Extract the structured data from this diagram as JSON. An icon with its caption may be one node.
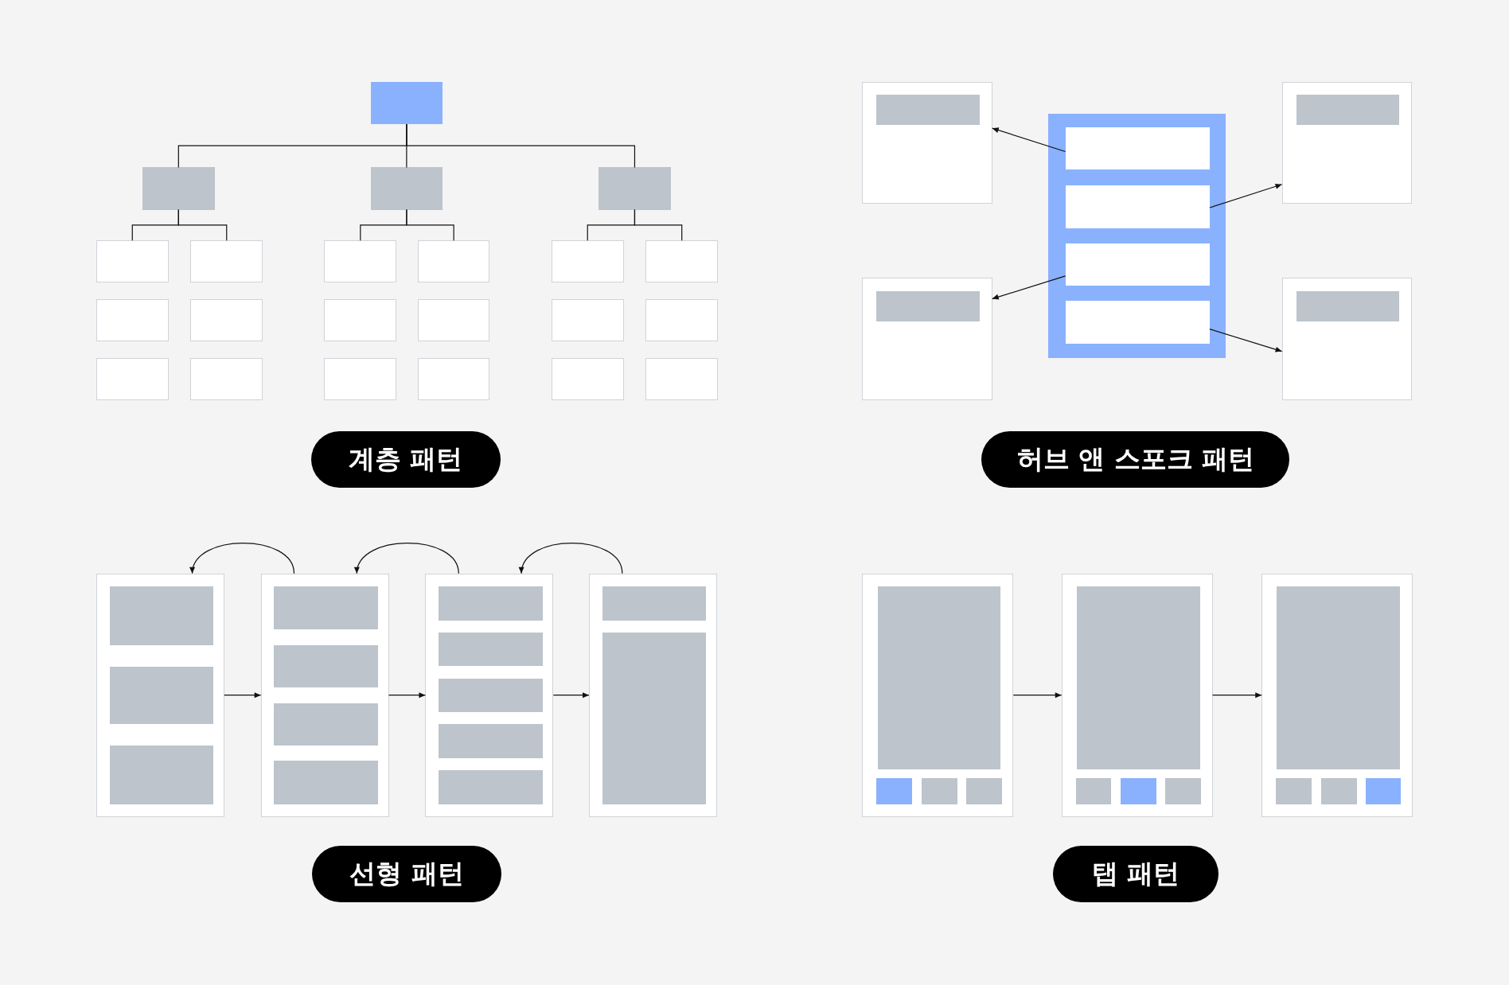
{
  "diagram": {
    "nodes": [
      {
        "text": [],
        "shape": "box"
      },
      {
        "text": [],
        "shape": "box"
      },
      {
        "text": [],
        "shape": "box"
      },
      {
        "text": [],
        "shape": "box"
      },
      {
        "text": [],
        "shape": "box"
      },
      {
        "text": [],
        "shape": "box"
      },
      {
        "text": [],
        "shape": "box"
      },
      {
        "text": [],
        "shape": "box"
      },
      {
        "text": [],
        "shape": "box"
      },
      {
        "text": [],
        "shape": "box"
      },
      {
        "text": [],
        "shape": "box"
      },
      {
        "text": [],
        "shape": "box"
      },
      {
        "text": [],
        "shape": "box"
      },
      {
        "text": [],
        "shape": "box"
      },
      {
        "text": [],
        "shape": "box"
      },
      {
        "text": [],
        "shape": "box"
      },
      {
        "text": [],
        "shape": "box"
      },
      {
        "text": [],
        "shape": "box"
      },
      {
        "text": [],
        "shape": "box"
      },
      {
        "text": [],
        "shape": "box"
      },
      {
        "text": [],
        "shape": "box"
      },
      {
        "text": [],
        "shape": "box"
      },
      {
        "text": [
          "계층 패턴"
        ]
      },
      {
        "text": [],
        "shape": "box"
      },
      {
        "text": [],
        "shape": "box"
      },
      {
        "text": [],
        "shape": "box",
        "in": 24
      },
      {
        "text": [],
        "shape": "box",
        "in": 24
      },
      {
        "text": [],
        "shape": "box",
        "in": 24
      },
      {
        "text": [],
        "shape": "box",
        "in": 24
      },
      {
        "text": [],
        "shape": "box"
      },
      {
        "text": [],
        "shape": "box"
      },
      {
        "text": [],
        "shape": "box"
      },
      {
        "text": [
          "허브 앤 스포크 패턴"
        ]
      },
      {
        "text": [],
        "shape": "box"
      },
      {
        "text": [],
        "shape": "box"
      },
      {
        "text": [],
        "shape": "box"
      },
      {
        "text": [],
        "shape": "box"
      },
      {
        "text": [
          "선형 패턴"
        ]
      },
      {
        "text": [],
        "shape": "box"
      },
      {
        "text": [],
        "shape": "box"
      },
      {
        "text": [],
        "shape": "box"
      },
      {
        "text": [
          "탭 패턴"
        ]
      },
      {
        "text": [],
        "shape": "box",
        "in": 23
      },
      {
        "text": [],
        "shape": "box",
        "in": 29
      },
      {
        "text": [],
        "shape": "box",
        "in": 30
      },
      {
        "text": [],
        "shape": "box",
        "in": 31
      },
      {
        "text": [],
        "shape": "box",
        "in": 33
      },
      {
        "text": [],
        "shape": "box",
        "in": 33
      },
      {
        "text": [],
        "shape": "box",
        "in": 33
      },
      {
        "text": [],
        "shape": "box",
        "in": 34
      },
      {
        "text": [],
        "shape": "box",
        "in": 34
      },
      {
        "text": [],
        "shape": "box",
        "in": 34
      },
      {
        "text": [],
        "shape": "box",
        "in": 34
      },
      {
        "text": [],
        "shape": "box",
        "in": 35
      },
      {
        "text": [],
        "shape": "box",
        "in": 35
      },
      {
        "text": [],
        "shape": "box",
        "in": 35
      },
      {
        "text": [],
        "shape": "box",
        "in": 35
      },
      {
        "text": [],
        "shape": "box",
        "in": 35
      },
      {
        "text": [],
        "shape": "box",
        "in": 36
      },
      {
        "text": [],
        "shape": "box",
        "in": 36
      },
      {
        "text": [],
        "shape": "box",
        "in": 38
      },
      {
        "text": [],
        "shape": "box",
        "in": 38
      },
      {
        "text": [],
        "shape": "box",
        "in": 38
      },
      {
        "text": [],
        "shape": "box",
        "in": 38
      },
      {
        "text": [],
        "shape": "box",
        "in": 39
      },
      {
        "text": [],
        "shape": "box",
        "in": 39
      },
      {
        "text": [],
        "shape": "box",
        "in": 39
      },
      {
        "text": [],
        "shape": "box",
        "in": 39
      },
      {
        "text": [],
        "shape": "box",
        "in": 40
      },
      {
        "text": [],
        "shape": "box",
        "in": 40
      },
      {
        "text": [],
        "shape": "box",
        "in": 40
      },
      {
        "text": [],
        "shape": "box",
        "in": 40
      }
    ],
    "edges": [
      {
        "from": 0,
        "to": 1,
        "arrow": "none"
      },
      {
        "from": 0,
        "to": 2,
        "arrow": "none"
      },
      {
        "from": 0,
        "to": 3,
        "arrow": "none"
      },
      {
        "from": 1,
        "to": 4,
        "arrow": "none"
      },
      {
        "from": 1,
        "to": 5,
        "arrow": "none"
      },
      {
        "from": 2,
        "to": 6,
        "arrow": "none"
      },
      {
        "from": 2,
        "to": 7,
        "arrow": "none"
      },
      {
        "from": 3,
        "to": 8,
        "arrow": "none"
      },
      {
        "from": 3,
        "to": 9,
        "arrow": "none"
      },
      {
        "from": 25,
        "to": 23,
        "arrow": "to"
      },
      {
        "from": 26,
        "to": 29,
        "arrow": "to"
      },
      {
        "from": 27,
        "to": 30,
        "arrow": "to"
      },
      {
        "from": 28,
        "to": 31,
        "arrow": "to"
      },
      {
        "from": 33,
        "to": 34,
        "arrow": "to"
      },
      {
        "from": 34,
        "to": 35,
        "arrow": "to"
      },
      {
        "from": 35,
        "to": 36,
        "arrow": "to"
      },
      {
        "from": 34,
        "to": 33,
        "arrow": "to"
      },
      {
        "from": 35,
        "to": 34,
        "arrow": "to"
      },
      {
        "from": 36,
        "to": 35,
        "arrow": "to"
      },
      {
        "from": 38,
        "to": 39,
        "arrow": "to"
      },
      {
        "from": 39,
        "to": 40,
        "arrow": "to"
      }
    ]
  }
}
